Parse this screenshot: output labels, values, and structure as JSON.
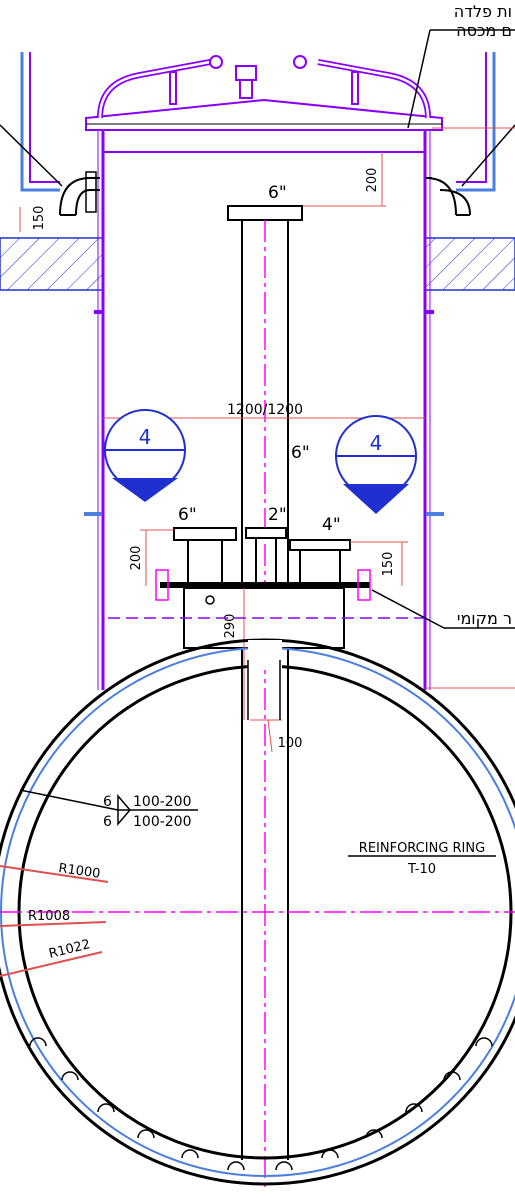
{
  "colors": {
    "structure": "#8a00ff",
    "pipe": "#000000",
    "dimension": "#e05050",
    "hatch": "#2030d0",
    "centerline": "#ff00ff",
    "blue_accent": "#4a7ee0"
  },
  "labels": {
    "top_hebrew_line1": "ות פלדה",
    "top_hebrew_line2": "ם מכסה",
    "right_hebrew": "ר מקומי",
    "nozzle_top": "6\"",
    "nozzle_middle": "6\"",
    "nozzle_left": "6\"",
    "nozzle_center": "2\"",
    "nozzle_right": "4\"",
    "manhole_left": "4",
    "manhole_right": "4",
    "diameter_dim": "1200/1200",
    "reinforcing_ring": "REINFORCING RING",
    "ring_thickness": "T-10",
    "weld_top_size": "6",
    "weld_top_spec": "100-200",
    "weld_bottom_size": "6",
    "weld_bottom_spec": "100-200",
    "radius_1": "R1000",
    "radius_2": "R1008",
    "radius_3": "R1022"
  },
  "dimensions": {
    "top_offset": "200",
    "left_height": "150",
    "nozzle_left_height": "200",
    "nozzle_right_height": "150",
    "vertical_pipe": "290",
    "gap_width": "100"
  }
}
